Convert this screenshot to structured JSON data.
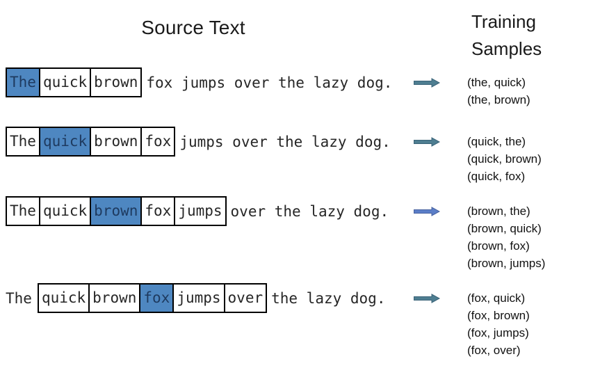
{
  "header": {
    "source_text_title": "Source Text",
    "training_samples_title": "Training Samples"
  },
  "colors": {
    "highlight_fill": "#4E87C1",
    "box_border": "#000000",
    "arrow_teal": "#4E7E91",
    "arrow_blue": "#5B7EC8",
    "sentence_text": "#262626"
  },
  "rows": [
    {
      "tokens": [
        {
          "text": "The",
          "style": "highlight"
        },
        {
          "text": "quick",
          "style": "boxed"
        },
        {
          "text": "brown",
          "style": "boxed"
        },
        {
          "text": "fox jumps over the lazy dog.",
          "style": "plain"
        }
      ],
      "arrow_icon": "arrow-right-icon",
      "arrow_color": "#4E7E91",
      "arrow_stroke": "#3A6378",
      "samples": [
        "(the, quick)",
        "(the, brown)"
      ]
    },
    {
      "tokens": [
        {
          "text": "The",
          "style": "boxed"
        },
        {
          "text": "quick",
          "style": "highlight"
        },
        {
          "text": "brown",
          "style": "boxed"
        },
        {
          "text": "fox",
          "style": "boxed"
        },
        {
          "text": "jumps over the lazy dog.",
          "style": "plain"
        }
      ],
      "arrow_icon": "arrow-right-icon",
      "arrow_color": "#4E7E91",
      "arrow_stroke": "#3A6378",
      "samples": [
        "(quick, the)",
        "(quick, brown)",
        "(quick, fox)"
      ]
    },
    {
      "tokens": [
        {
          "text": "The",
          "style": "boxed"
        },
        {
          "text": "quick",
          "style": "boxed"
        },
        {
          "text": "brown",
          "style": "highlight"
        },
        {
          "text": "fox",
          "style": "boxed"
        },
        {
          "text": "jumps",
          "style": "boxed"
        },
        {
          "text": "over the lazy dog.",
          "style": "plain"
        }
      ],
      "arrow_icon": "arrow-right-icon",
      "arrow_color": "#5B7EC8",
      "arrow_stroke": "#46619F",
      "samples": [
        "(brown, the)",
        "(brown, quick)",
        "(brown, fox)",
        "(brown, jumps)"
      ]
    },
    {
      "tokens": [
        {
          "text": "The",
          "style": "plain"
        },
        {
          "text": "quick",
          "style": "boxed"
        },
        {
          "text": "brown",
          "style": "boxed"
        },
        {
          "text": "fox",
          "style": "highlight"
        },
        {
          "text": "jumps",
          "style": "boxed"
        },
        {
          "text": "over",
          "style": "boxed"
        },
        {
          "text": "the lazy dog.",
          "style": "plain"
        }
      ],
      "arrow_icon": "arrow-right-icon",
      "arrow_color": "#4E7E91",
      "arrow_stroke": "#3A6378",
      "samples": [
        "(fox, quick)",
        "(fox, brown)",
        "(fox, jumps)",
        "(fox, over)"
      ]
    }
  ]
}
